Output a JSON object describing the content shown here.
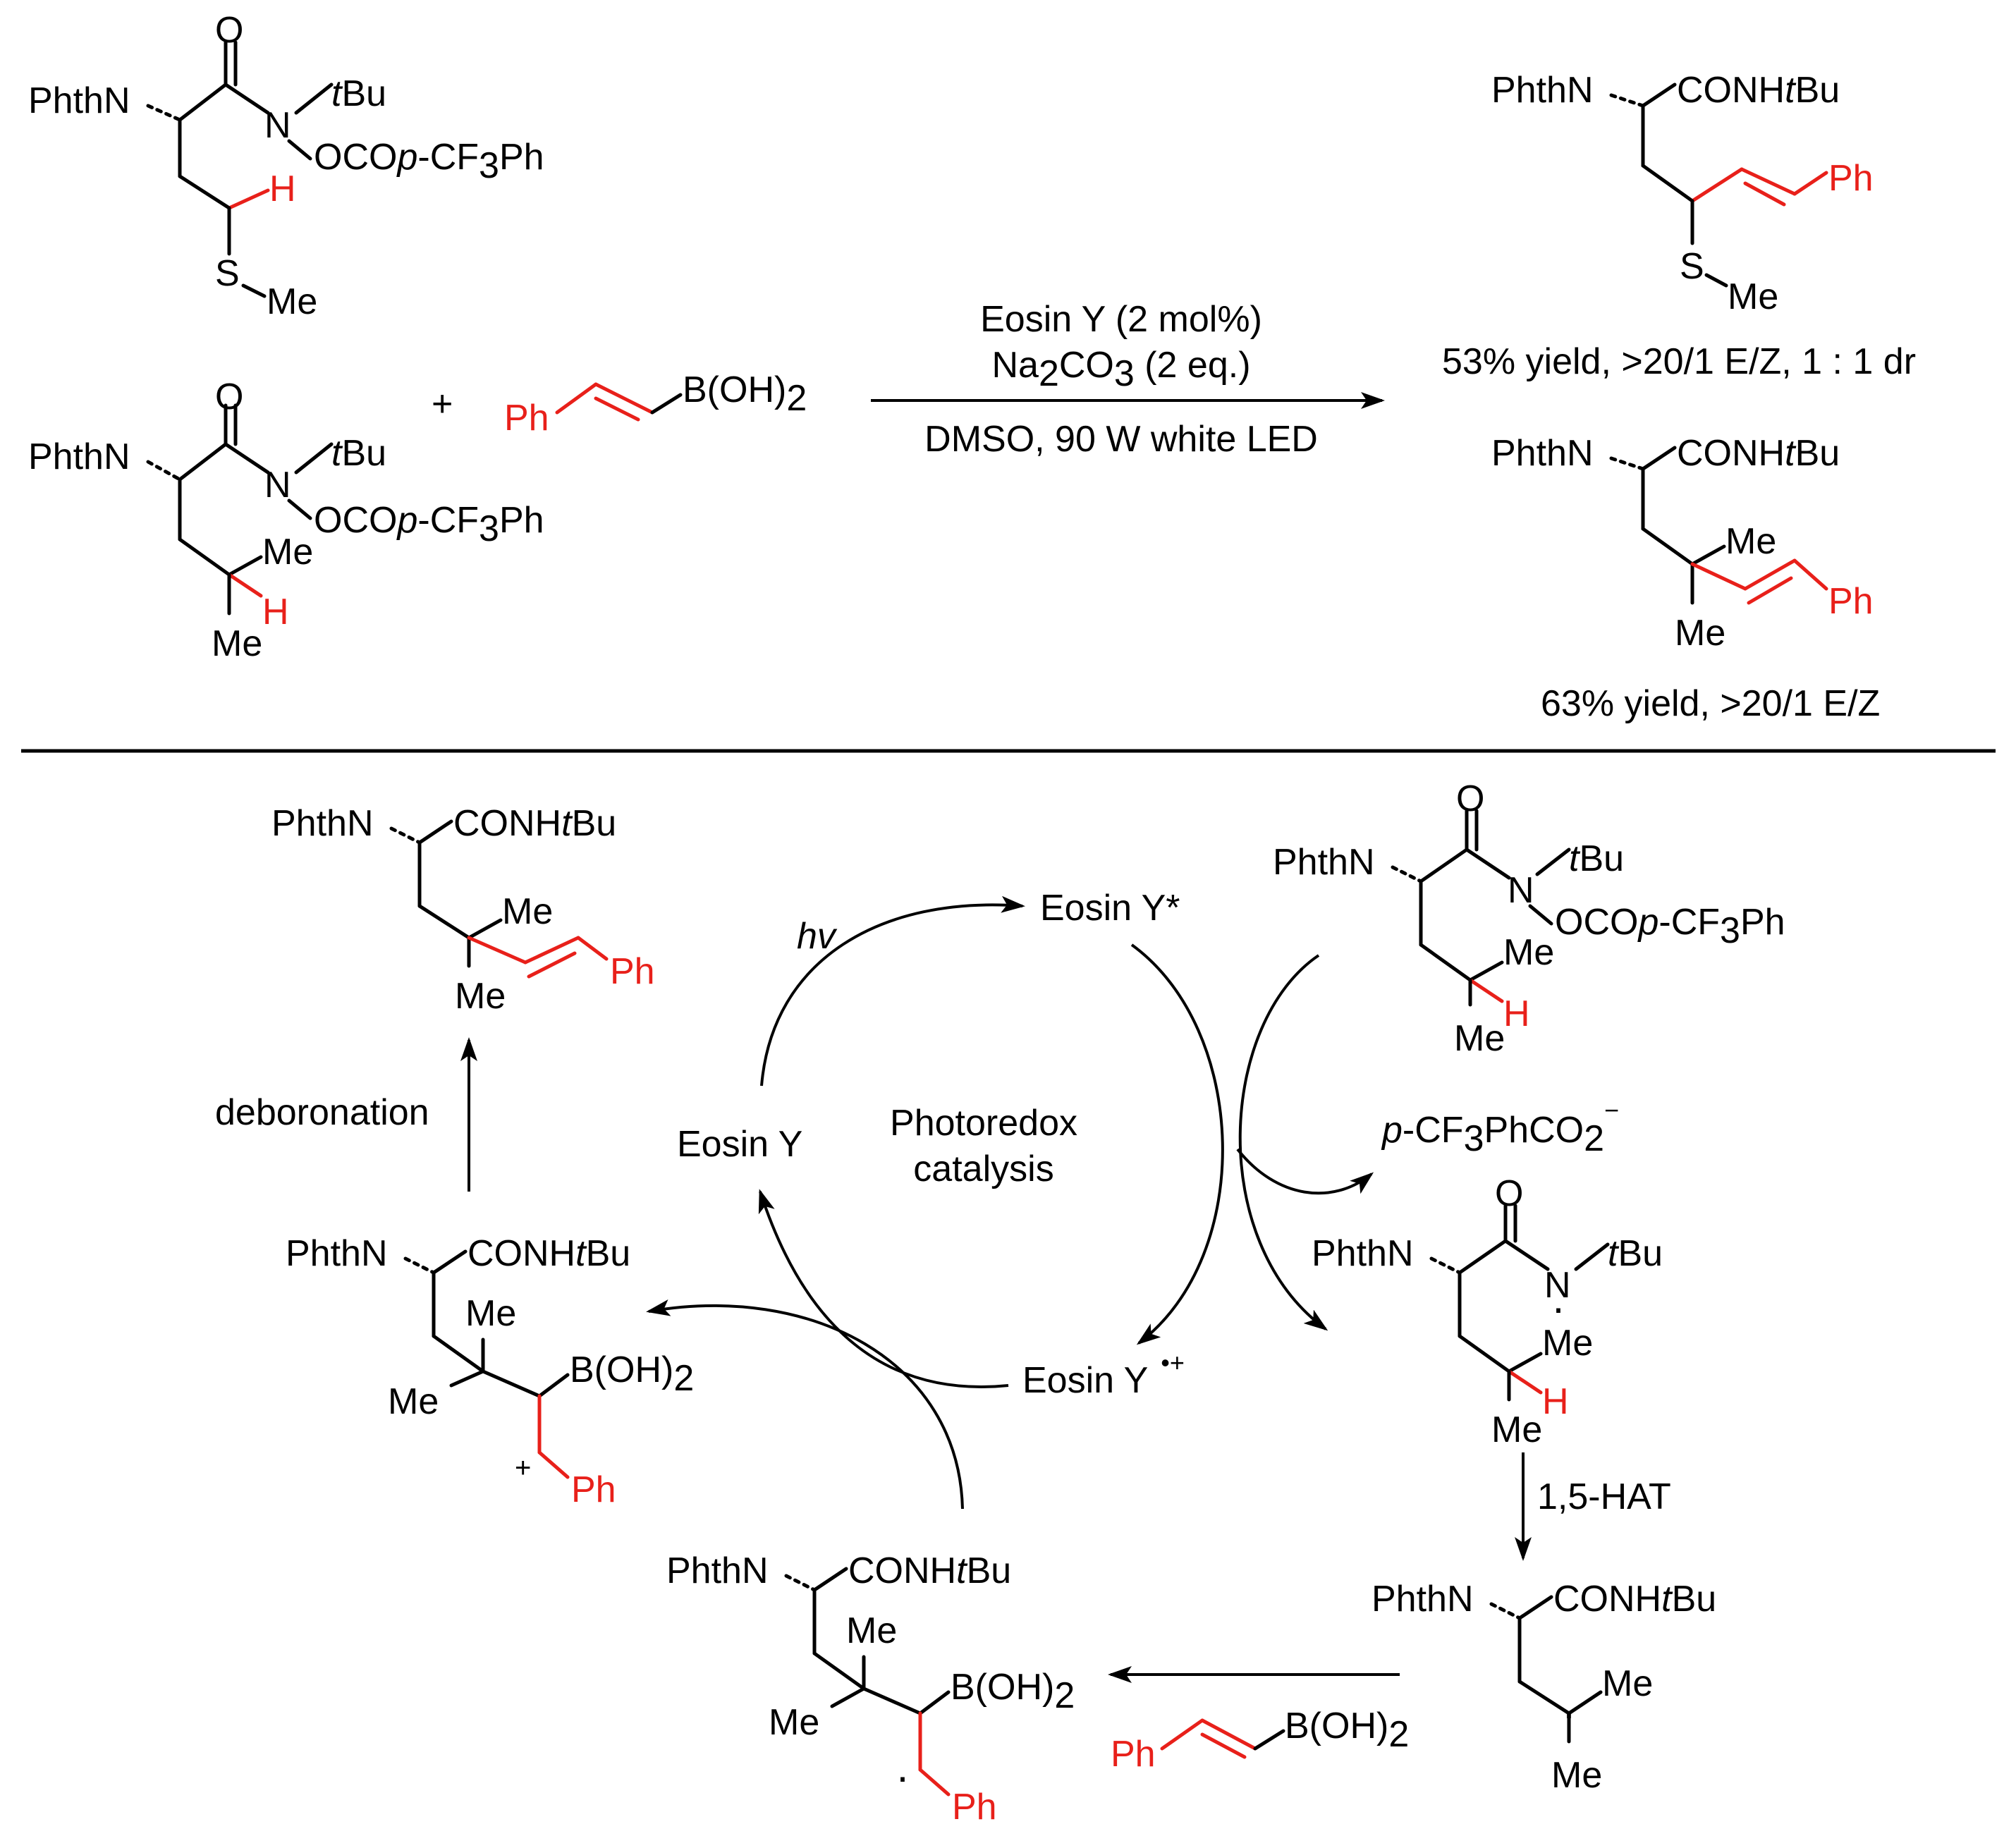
{
  "colors": {
    "highlight": "#e8201a",
    "ink": "#000000",
    "background": "#ffffff"
  },
  "reaction": {
    "conditions_above_1": "Eosin Y (2 mol%)",
    "conditions_above_2a": "Na",
    "conditions_above_2b": "2",
    "conditions_above_2c": "CO",
    "conditions_above_2d": "3",
    "conditions_above_2e": " (2 eq.)",
    "conditions_below": "DMSO, 90 W white LED",
    "plus": "+",
    "product1_yield": "53% yield, >20/1 E/Z, 1 : 1 dr",
    "product2_yield": "63% yield, >20/1 E/Z"
  },
  "labels": {
    "PhthN": "PhthN",
    "N": "N",
    "O": "O",
    "tBu_t": "t",
    "tBu_Bu": "Bu",
    "OCOp_1": "OCO",
    "OCOp_p": "p",
    "OCOp_2": "-CF",
    "OCOp_3": "3",
    "OCOp_4": "Ph",
    "H": "H",
    "S": "S",
    "Me": "Me",
    "Ph": "Ph",
    "BOH2_1": "B(OH)",
    "BOH2_2": "2",
    "CONH": "CONH",
    "dot": "·",
    "plus_charge": "+"
  },
  "mechanism": {
    "hv": "hv",
    "eosin_star": "Eosin Y*",
    "eosin": "Eosin Y",
    "eosin_radcat": "Eosin Y",
    "eosin_radcat_sup": "•+",
    "center_1": "Photoredox",
    "center_2": "catalysis",
    "anion_p": "p",
    "anion_1": "-CF",
    "anion_2": "3",
    "anion_3": "PhCO",
    "anion_4": "2",
    "anion_sup": "−",
    "hat": "1,5-HAT",
    "deboronation": "deboronation"
  }
}
